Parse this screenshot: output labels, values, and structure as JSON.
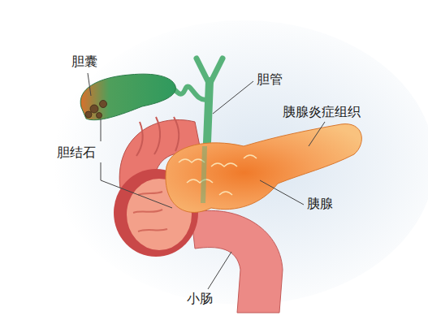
{
  "diagram": {
    "labels": [
      "胆囊",
      "胆管",
      "胆结石",
      "胰腺炎症组织",
      "胰腺",
      "小肠"
    ]
  }
}
